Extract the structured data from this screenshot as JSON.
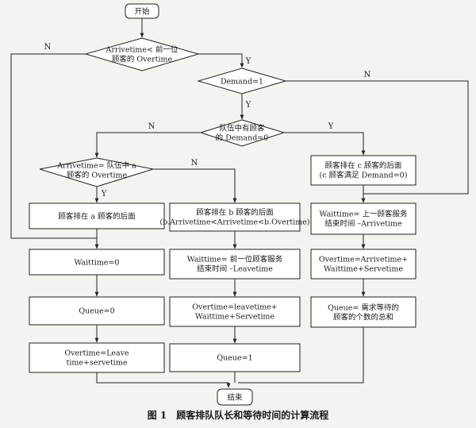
{
  "nodes": {
    "start": {
      "text": [
        "开始"
      ]
    },
    "d_arrive": {
      "text": [
        "Arrivetime< 前一位",
        "顾客的 Overtime"
      ]
    },
    "d_demand": {
      "text": [
        "Demand=1"
      ]
    },
    "d_queue": {
      "text": [
        "队伍中有顾客",
        "的 Demand=0"
      ]
    },
    "d_arrive_a": {
      "text": [
        "Arrivetime= 队伍中 a",
        "顾客的 Overtime"
      ]
    },
    "p_after_a": {
      "text": [
        "顾客排在 a 顾客的后面"
      ]
    },
    "p_after_b": {
      "text": [
        "顾客排在 b 顾客的后面",
        "(b.Arrivetime<Arrivetime<b.Overtime)"
      ]
    },
    "p_after_c": {
      "text": [
        "顾客排在 c 顾客的后面",
        "(c 顾客满足 Demand=0)"
      ]
    },
    "p_wait0": {
      "text": [
        "Waittime=0"
      ]
    },
    "p_wait_leave": {
      "text": [
        "Waittime= 前一位顾客服务",
        "结束时间 –Leavetime"
      ]
    },
    "p_wait_arrive": {
      "text": [
        "Waittime= 上一顾客服务",
        "结束时间 –Arrivetime"
      ]
    },
    "p_queue0": {
      "text": [
        "Queue=0"
      ]
    },
    "p_over_leave": {
      "text": [
        "Overtime=leavetime+",
        "Waittime+Servetime"
      ]
    },
    "p_over_arrive": {
      "text": [
        "Overtime=Arrivetime+",
        "Waittime+Servetime"
      ]
    },
    "p_over_serve": {
      "text": [
        "Overtime=Leave",
        "time+servetime"
      ]
    },
    "p_queue1": {
      "text": [
        "Queue=1"
      ]
    },
    "p_queue_sum": {
      "text": [
        "Queue= 需求等待的",
        "顾客的个数的总和"
      ]
    },
    "end": {
      "text": [
        "结束"
      ]
    }
  },
  "branch_labels": {
    "yes": "Y",
    "no": "N"
  },
  "caption": "图 1　顾客排队队长和等待时间的计算流程"
}
